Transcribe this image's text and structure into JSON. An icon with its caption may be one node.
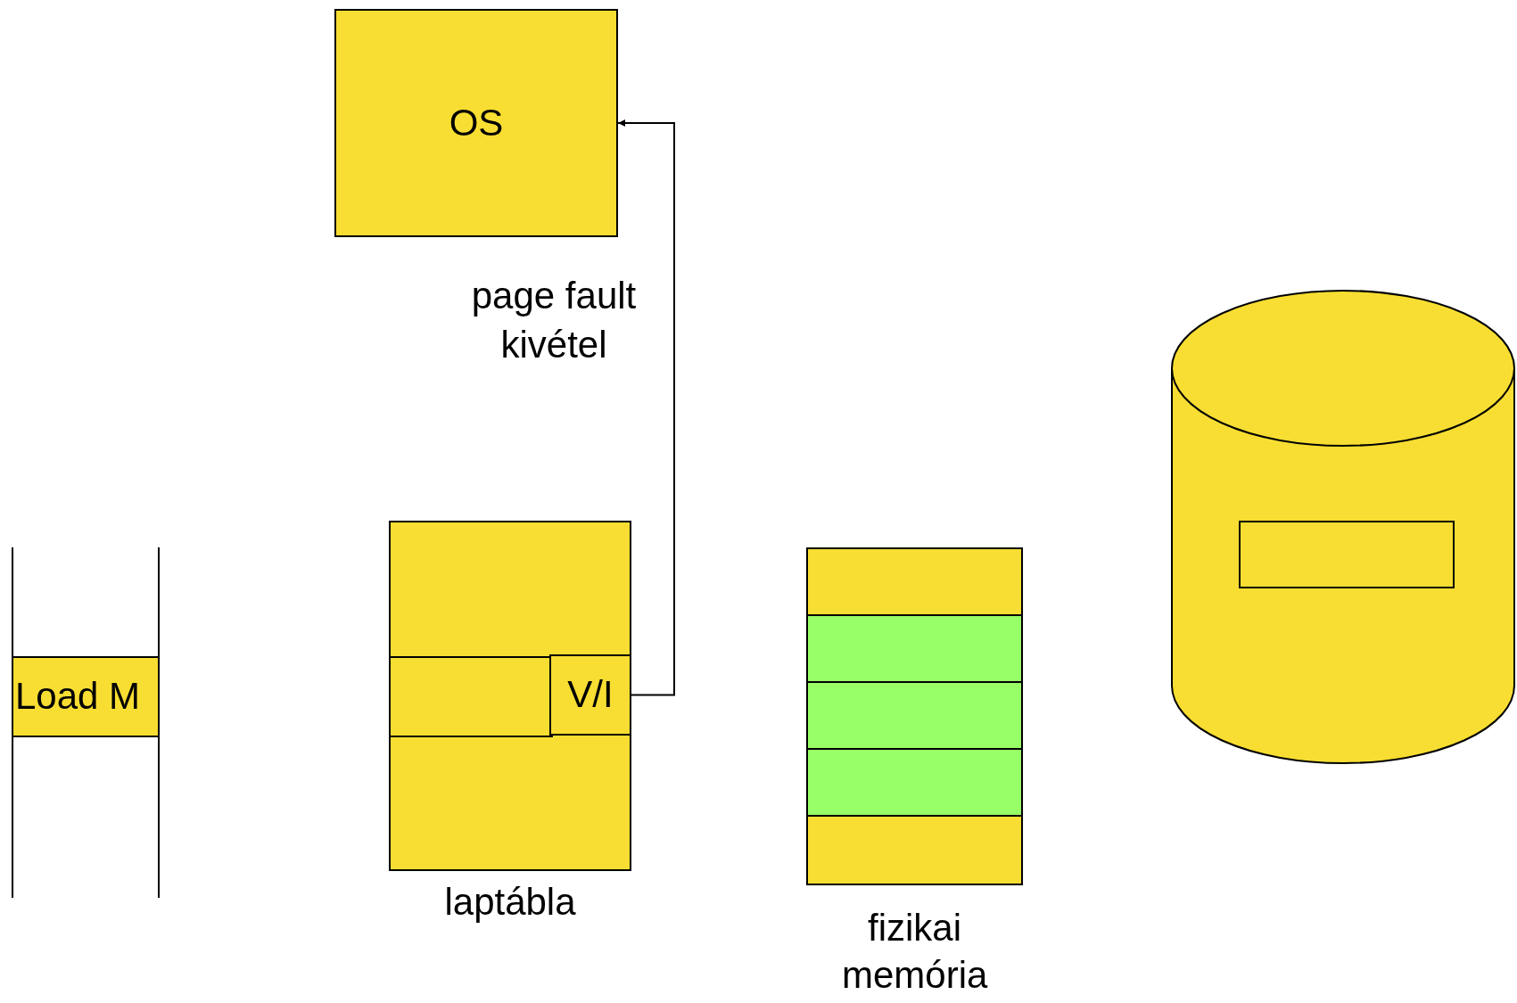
{
  "diagram": {
    "nodes": [
      {
        "text": [
          "OS"
        ]
      },
      {
        "text": [
          "Load M"
        ]
      },
      {
        "text": [],
        "shape": "box",
        "beside": [
          "laptábla"
        ]
      },
      {
        "text": [
          "V/I"
        ],
        "in": 2
      },
      {
        "text": [],
        "shape": "box",
        "beside": [
          "fizikai memória"
        ]
      },
      {
        "text": [],
        "shape": "cylinder"
      },
      {
        "text": [],
        "shape": "box",
        "in": 5
      }
    ],
    "edges": [
      {
        "from": 3,
        "to": 0,
        "arrow": "to",
        "label": "page fault kivétel"
      }
    ]
  }
}
